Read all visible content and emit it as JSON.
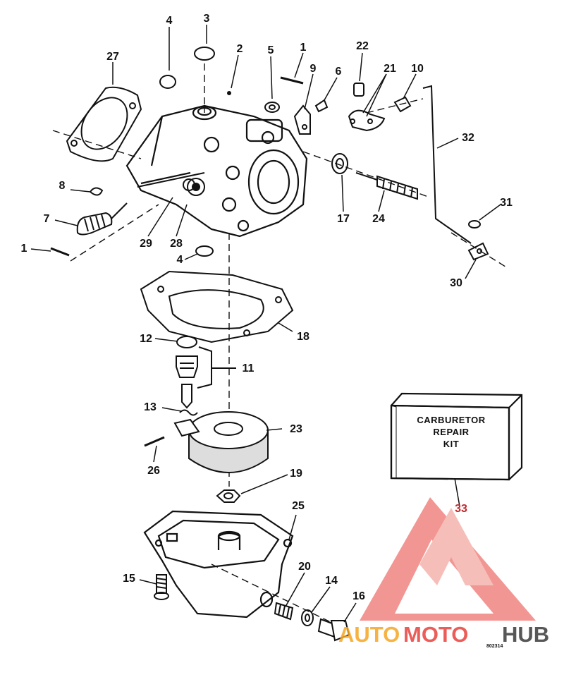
{
  "callouts": {
    "c1a": "1",
    "c1b": "1",
    "c2": "2",
    "c3": "3",
    "c4a": "4",
    "c4b": "4",
    "c5": "5",
    "c6": "6",
    "c7": "7",
    "c8": "8",
    "c9": "9",
    "c10": "10",
    "c11": "11",
    "c12": "12",
    "c13": "13",
    "c14": "14",
    "c15": "15",
    "c16": "16",
    "c17": "17",
    "c18": "18",
    "c19": "19",
    "c20": "20",
    "c21": "21",
    "c22": "22",
    "c23": "23",
    "c24": "24",
    "c25": "25",
    "c26": "26",
    "c27": "27",
    "c28": "28",
    "c29": "29",
    "c30": "30",
    "c31": "31",
    "c32": "32",
    "c33": "33"
  },
  "kit_box": {
    "line1": "CARBURETOR",
    "line2": "REPAIR",
    "line3": "KIT"
  },
  "drawing_number": "802314",
  "watermark": {
    "part1": "AUTO",
    "part2": "MOTO",
    "part3": "HUB",
    "color_red": "#e8413c",
    "color_orange": "#f5a623"
  },
  "colors": {
    "ink": "#111111",
    "paper": "#ffffff"
  }
}
